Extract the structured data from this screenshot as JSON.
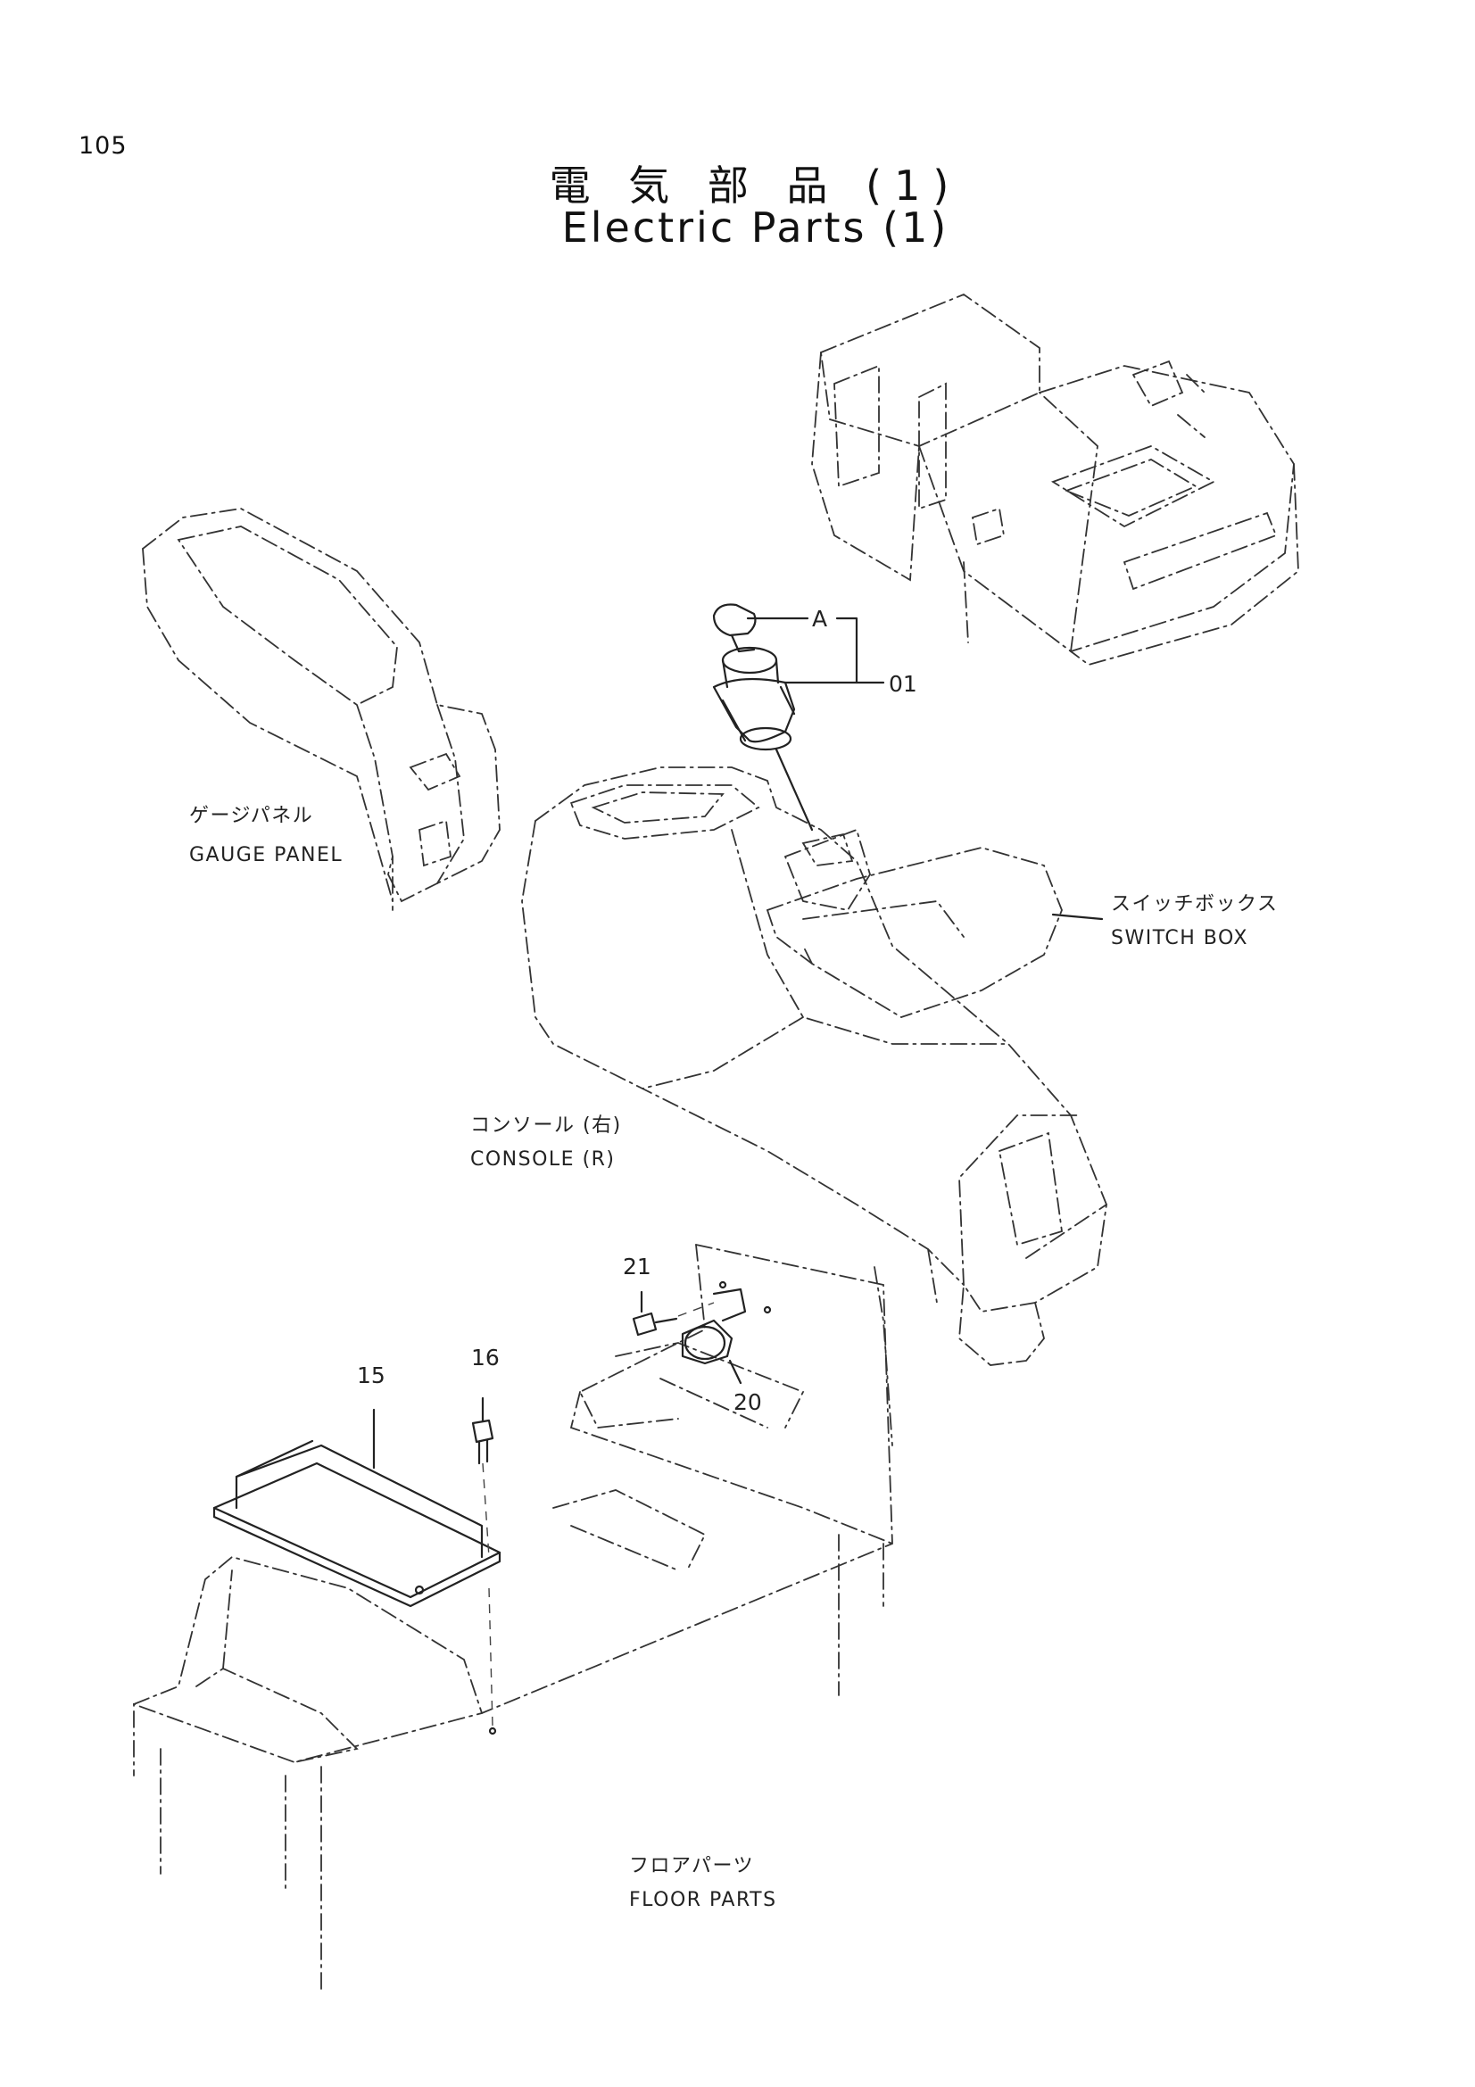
{
  "page_number": "105",
  "title_jp": "電 気 部 品 (1)",
  "title_en": "Electric Parts (1)",
  "labels": {
    "gauge_panel_jp": "ゲージパネル",
    "gauge_panel_en": "GAUGE PANEL",
    "switch_box_jp": "スイッチボックス",
    "switch_box_en": "SWITCH BOX",
    "console_jp": "コンソール (右)",
    "console_en": "CONSOLE (R)",
    "floor_parts_jp": "フロアパーツ",
    "floor_parts_en": "FLOOR PARTS"
  },
  "callouts": {
    "a": "A",
    "p01": "01",
    "p15": "15",
    "p16": "16",
    "p20": "20",
    "p21": "21"
  }
}
